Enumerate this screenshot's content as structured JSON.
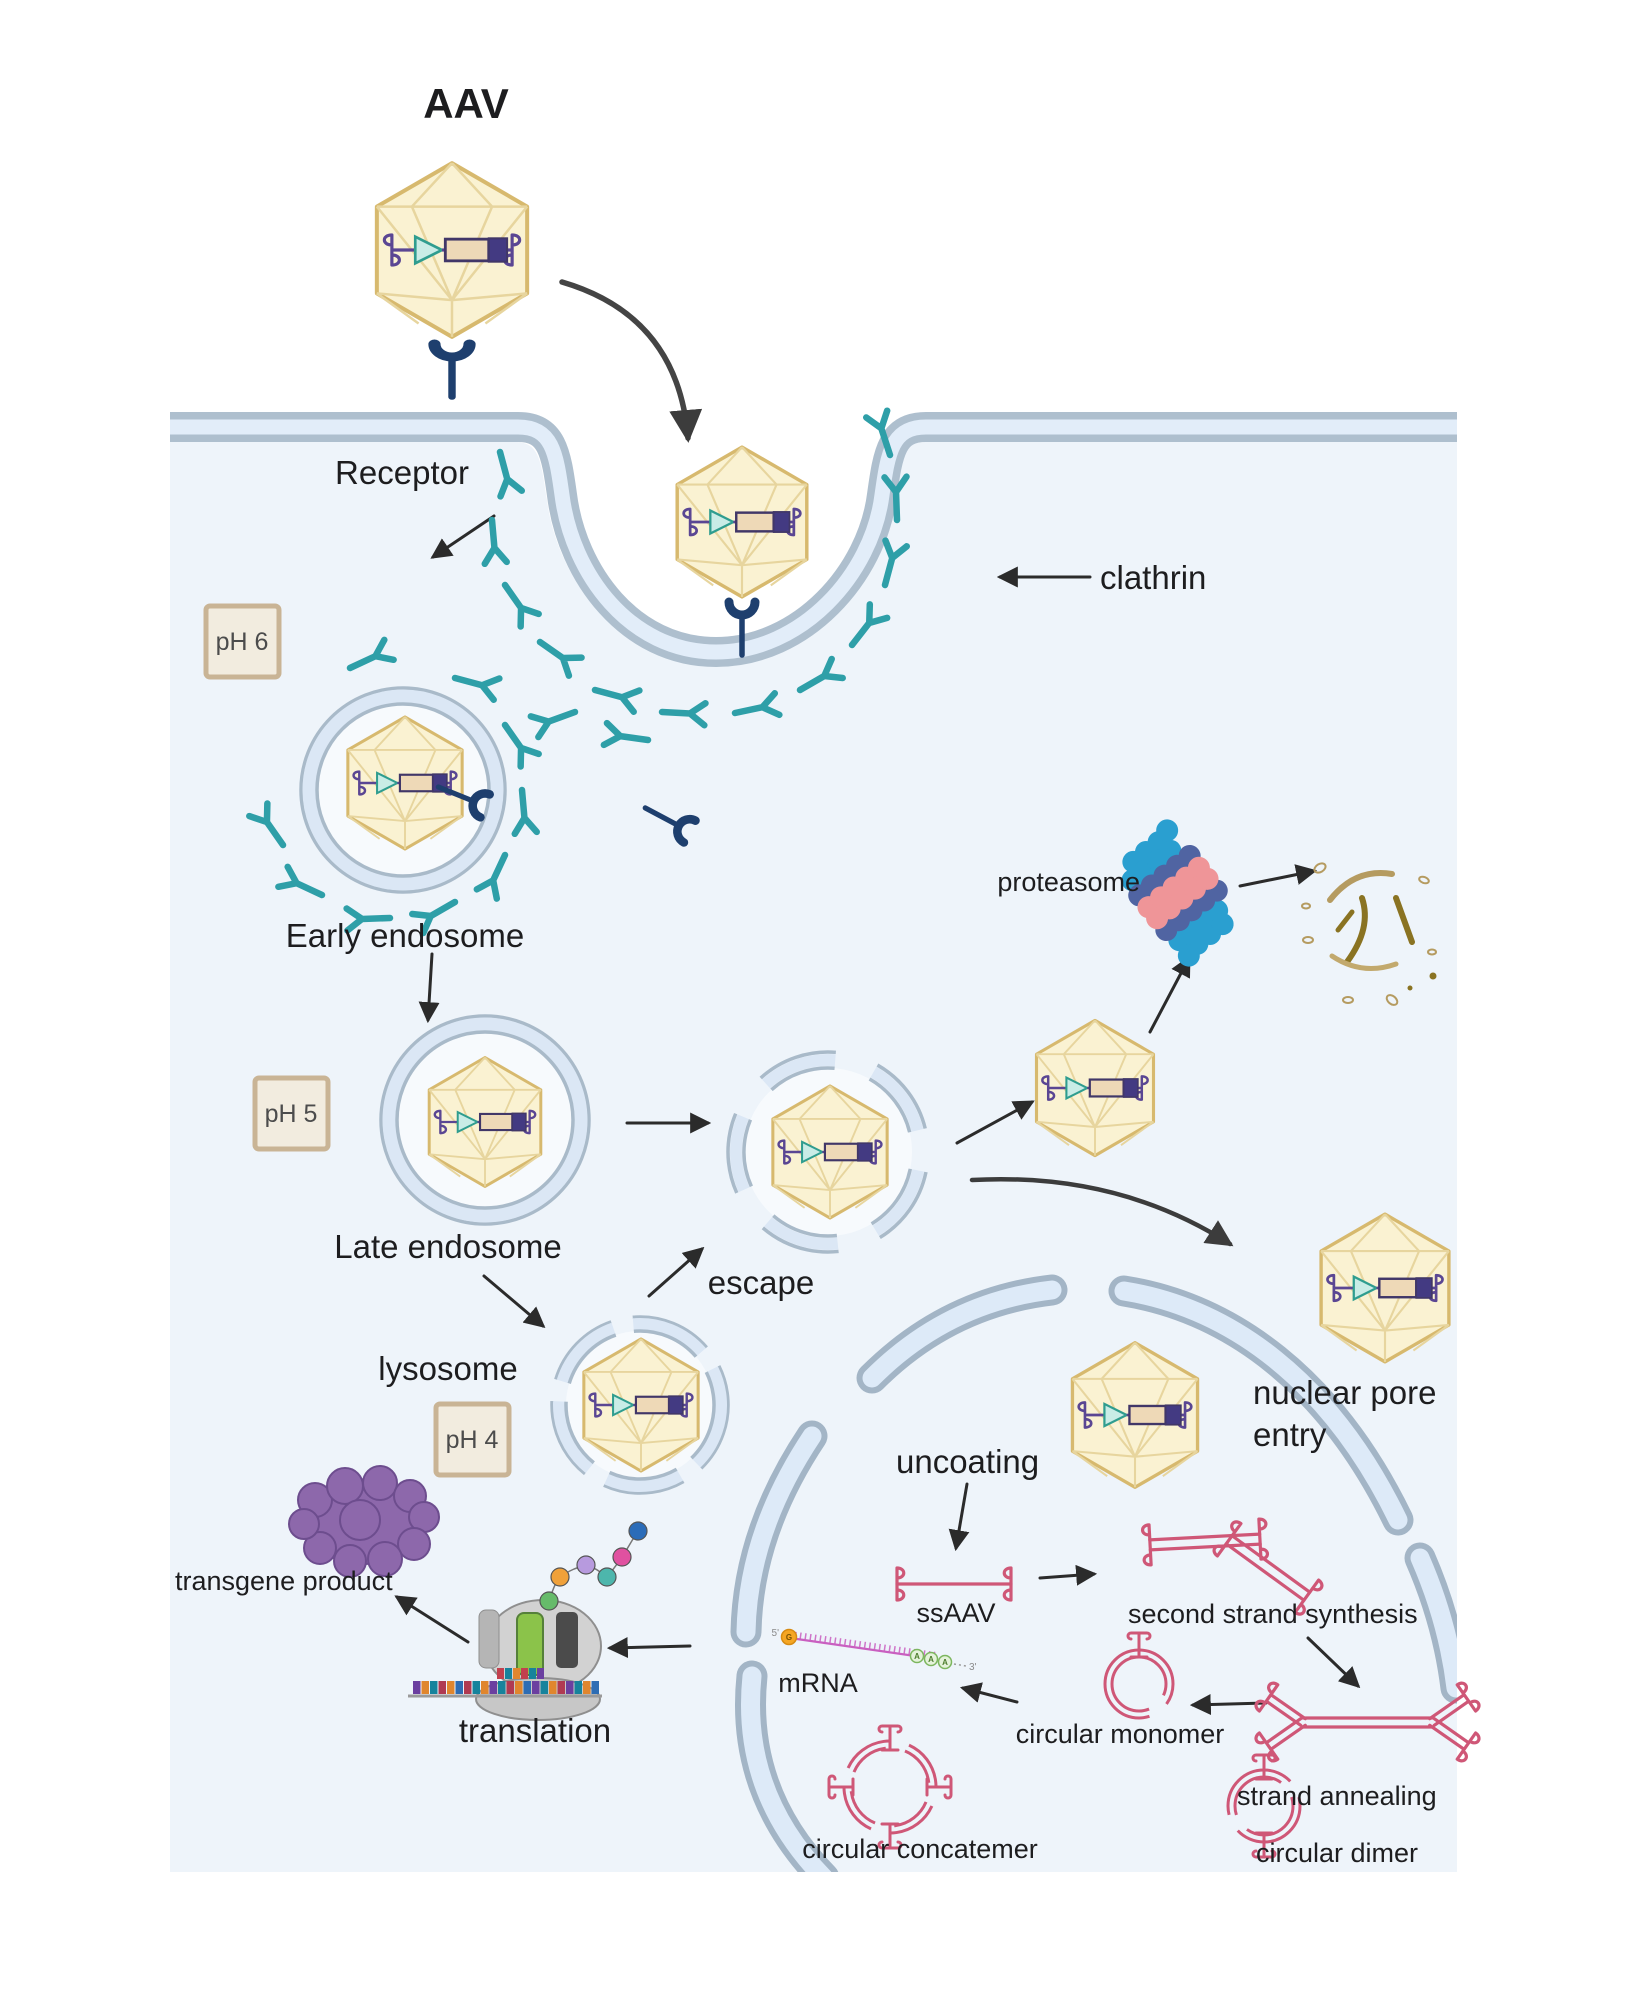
{
  "diagram_title": "AAV",
  "labels": {
    "receptor": "Receptor",
    "clathrin": "clathrin",
    "early_endosome": "Early endosome",
    "proteasome": "proteasome",
    "late_endosome": "Late endosome",
    "escape": "escape",
    "lysosome": "lysosome",
    "nuclear_pore_line1": "nuclear pore",
    "nuclear_pore_line2": "entry",
    "uncoating": "uncoating",
    "ssaav": "ssAAV",
    "second_strand": "second strand synthesis",
    "strand_annealing": "strand annealing",
    "circular_monomer": "circular monomer",
    "circular_dimer": "circular dimer",
    "circular_concatemer": "circular concatemer",
    "mrna": "mRNA",
    "translation": "translation",
    "transgene_product": "transgene product"
  },
  "ph_badges": {
    "ph6": "pH 6",
    "ph5": "pH 5",
    "ph4": "pH 4"
  },
  "mrna_annotations": {
    "five_prime": "5'",
    "three_prime": "3'",
    "cap": "G",
    "poly_a": "A"
  },
  "colors": {
    "capsid_fill": "#faf2d2",
    "capsid_stroke": "#d7b96e",
    "clathrin_teal": "#2e9fa8",
    "receptor_navy": "#1e3f6e",
    "membrane_gray": "#aebfce",
    "cell_fill": "#eef4fa",
    "nucleus_outline": "#a3b5c6",
    "nucleus_band": "#ddeaf8",
    "episome_pink": "#cf5777",
    "proteasome_blue": "#2a9fd0",
    "proteasome_indigo": "#5064a2",
    "proteasome_salmon": "#ef9598",
    "transgene_purple": "#8d68ab",
    "arrow_black": "#2b2b2b"
  }
}
